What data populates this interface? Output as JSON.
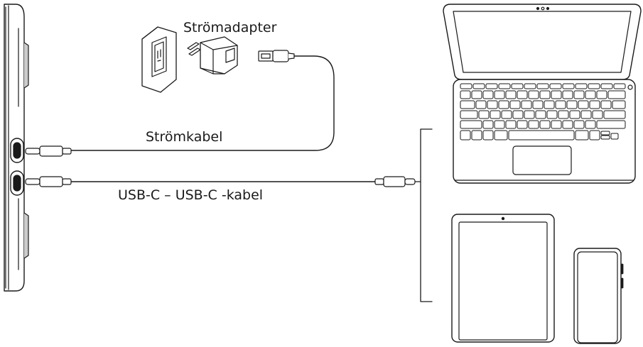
{
  "labels": {
    "power_adapter": "Strömadapter",
    "power_cable": "Strömkabel",
    "usbc_cable": "USB-C – USB-C -kabel"
  },
  "icons": [
    "display-side-icon",
    "wall-outlet-icon",
    "power-adapter-icon",
    "usb-a-plug-icon",
    "usb-c-plug-icon",
    "laptop-icon",
    "tablet-icon",
    "phone-icon"
  ],
  "colors": {
    "stroke": "#1a1a1a",
    "background": "#ffffff"
  }
}
